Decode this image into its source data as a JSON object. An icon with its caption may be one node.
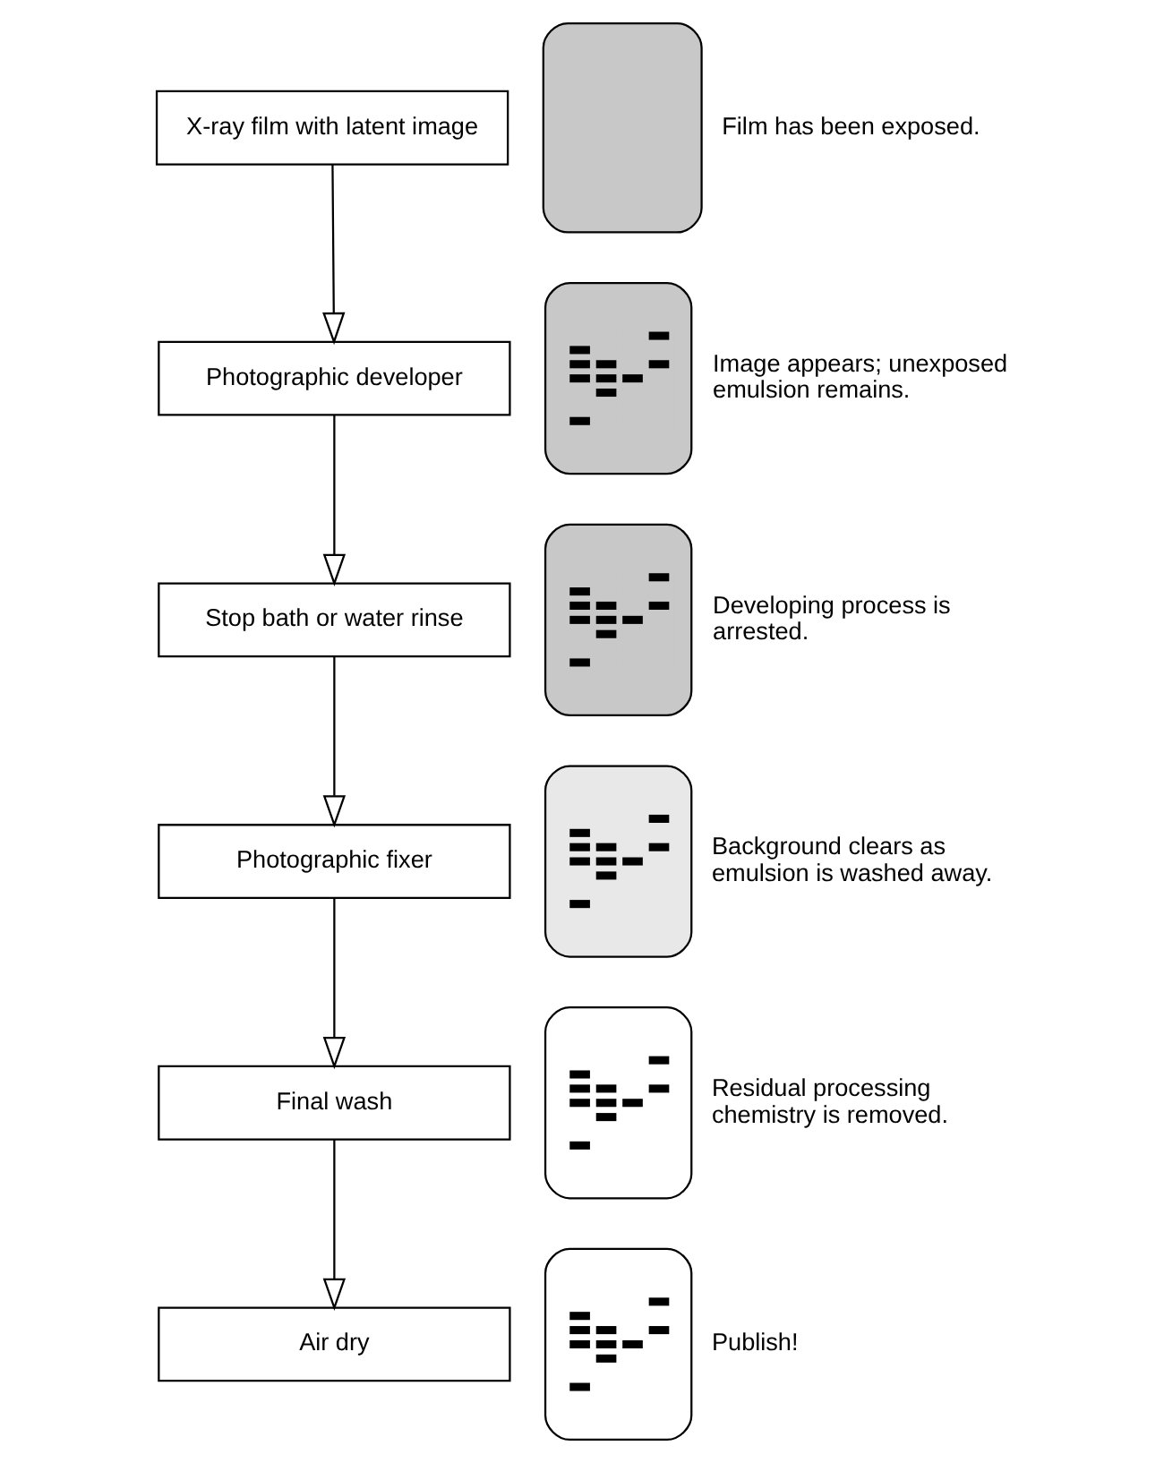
{
  "diagram": {
    "nodes": [
      {
        "text": [
          "X-ray film with latent image"
        ]
      },
      {
        "text": [
          "Photographic developer"
        ]
      },
      {
        "text": [
          "Stop bath or water rinse"
        ]
      },
      {
        "text": [
          "Photographic fixer"
        ]
      },
      {
        "text": [
          "Final wash"
        ]
      },
      {
        "text": [
          "Air dry"
        ]
      },
      {
        "text": [],
        "shape": "box",
        "beside": [
          "Film has been exposed."
        ]
      },
      {
        "text": [],
        "shape": "picture",
        "beside": [
          "Image appears; unexposed emulsion remains."
        ]
      },
      {
        "text": [],
        "shape": "picture",
        "beside": [
          "Developing process is arrested."
        ]
      },
      {
        "text": [],
        "shape": "picture",
        "beside": [
          "Background clears as emulsion is washed away."
        ]
      },
      {
        "text": [],
        "shape": "picture",
        "beside": [
          "Residual processing chemistry is removed."
        ]
      },
      {
        "text": [],
        "shape": "picture",
        "beside": [
          "Publish!"
        ]
      }
    ],
    "edges": [
      {
        "from": 0,
        "to": 1,
        "arrow": "to"
      },
      {
        "from": 1,
        "to": 2,
        "arrow": "to"
      },
      {
        "from": 2,
        "to": 3,
        "arrow": "to"
      },
      {
        "from": 3,
        "to": 4,
        "arrow": "to"
      },
      {
        "from": 4,
        "to": 5,
        "arrow": "to"
      }
    ]
  }
}
